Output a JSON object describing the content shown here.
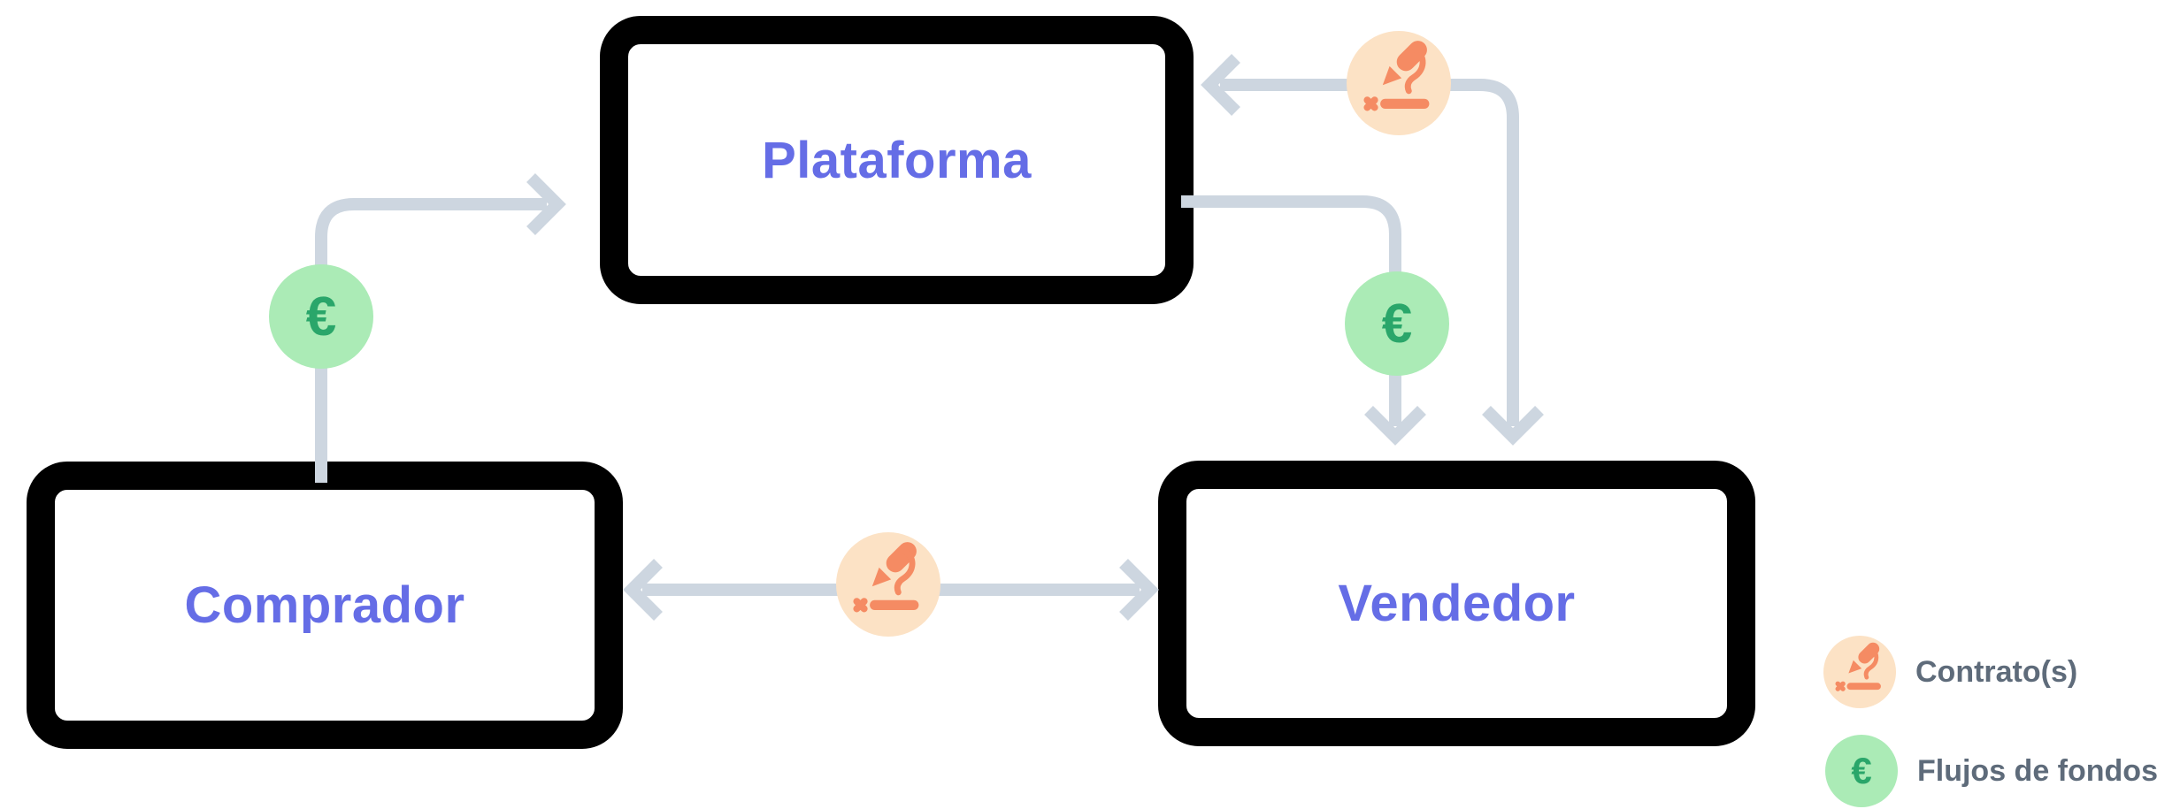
{
  "nodes": {
    "platform": {
      "label": "Plataforma"
    },
    "buyer": {
      "label": "Comprador"
    },
    "seller": {
      "label": "Vendedor"
    }
  },
  "flows": {
    "euro_symbol": "€",
    "connections": [
      {
        "from": "Comprador",
        "to": "Plataforma",
        "type": "Flujos de fondos",
        "direction": "one-way"
      },
      {
        "from": "Plataforma",
        "to": "Vendedor",
        "type": "Flujos de fondos",
        "direction": "one-way"
      },
      {
        "from": "Vendedor",
        "to": "Plataforma",
        "type": "Contrato(s)",
        "direction": "two-way"
      },
      {
        "from": "Comprador",
        "to": "Vendedor",
        "type": "Contrato(s)",
        "direction": "two-way"
      }
    ]
  },
  "legend": {
    "items": [
      {
        "icon": "pen-signature-icon",
        "label": "Contrato(s)"
      },
      {
        "icon": "euro-icon",
        "label": "Flujos de fondos"
      }
    ]
  },
  "colors": {
    "node_fill": "#ffffff",
    "node_border": "#000000",
    "node_label": "#656de6",
    "connector": "#cdd6e0",
    "contract_badge_bg": "#fce2c5",
    "contract_icon": "#f58b63",
    "funds_badge_bg": "#abebb6",
    "funds_icon": "#2aa66a",
    "legend_text": "#5e6b7a"
  }
}
